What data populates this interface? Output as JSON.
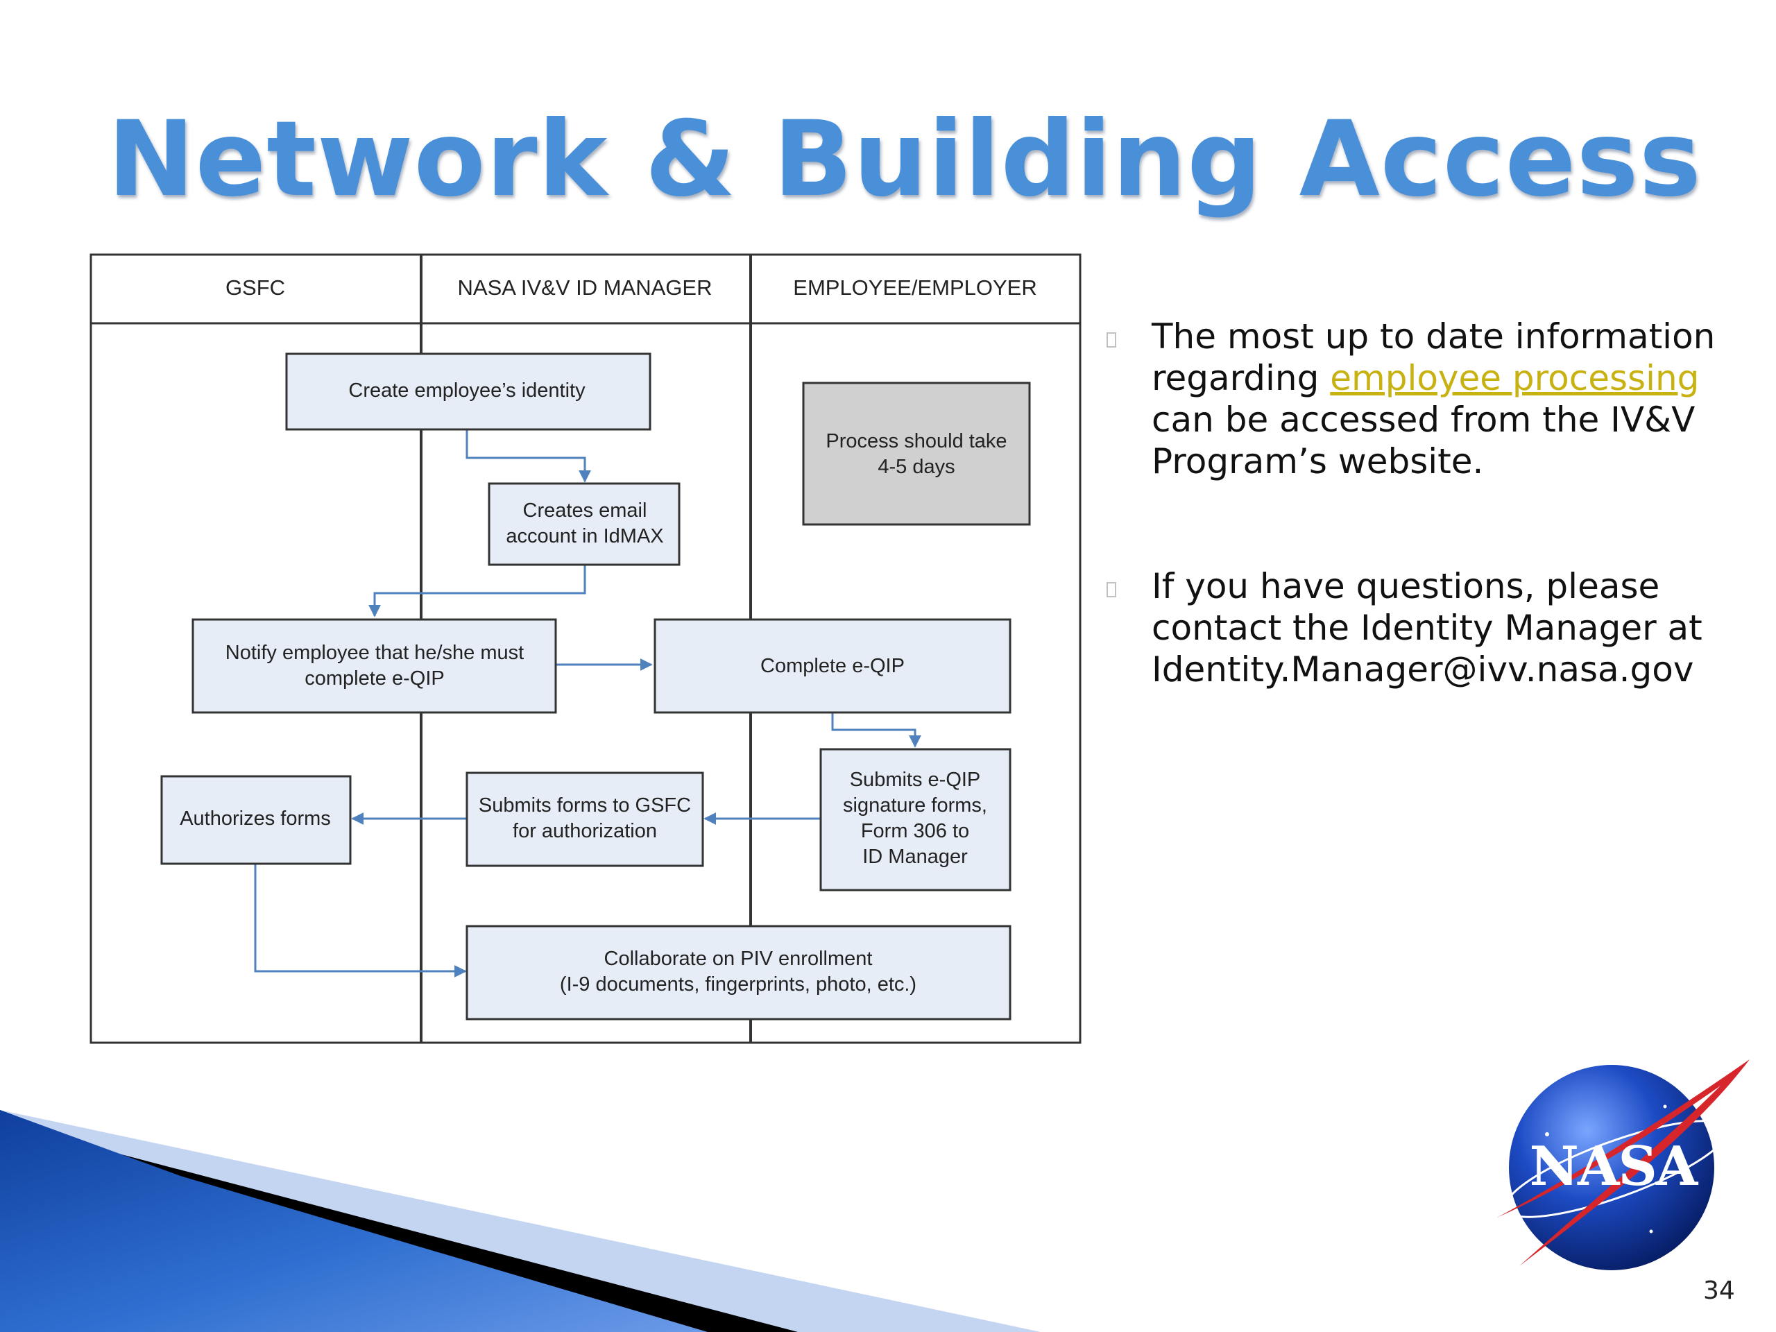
{
  "slide": {
    "title": "Network & Building Access",
    "page_number": "34"
  },
  "diagram": {
    "lanes": [
      "GSFC",
      "NASA IV&V ID MANAGER",
      "EMPLOYEE/EMPLOYER"
    ],
    "steps": {
      "create_identity": "Create employee’s identity",
      "email_line1": "Creates email",
      "email_line2": "account in IdMAX",
      "duration_line1": "Process should take",
      "duration_line2": "4-5 days",
      "notify_line1": "Notify employee that he/she must",
      "notify_line2": "complete e-QIP",
      "complete_eqip": "Complete e-QIP",
      "authorizes": "Authorizes forms",
      "submits_gsfc_line1": "Submits forms to GSFC",
      "submits_gsfc_line2": "for authorization",
      "submits_eqip_line1": "Submits e-QIP",
      "submits_eqip_line2": "signature forms,",
      "submits_eqip_line3": "Form 306 to",
      "submits_eqip_line4": "ID Manager",
      "piv_line1": "Collaborate on PIV enrollment",
      "piv_line2": "(I-9 documents, fingerprints, photo, etc.)"
    }
  },
  "bullets": [
    {
      "before": "The most up to date information regarding ",
      "link": "employee processing",
      "after": " can be accessed from the IV&V Program’s website."
    },
    {
      "text": "If you have questions, please contact the Identity Manager at Identity.Manager@ivv.nasa.gov"
    }
  ],
  "logo": {
    "text": "NASA"
  },
  "colors": {
    "title": "#4a90d9",
    "box_fill": "#e7edf7",
    "note_fill": "#d0d0d0",
    "arrow": "#4f81bd",
    "link": "#c7b212"
  }
}
